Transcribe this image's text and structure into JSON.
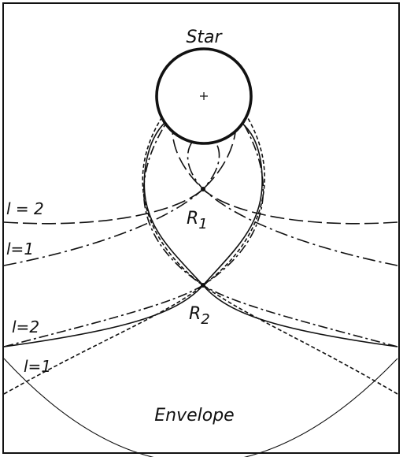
{
  "labels": {
    "star": "Star",
    "r1_letter": "R",
    "r1_sub": "1",
    "r2_letter": "R",
    "r2_sub": "2",
    "envelope": "Envelope",
    "upper_l2": "l = 2",
    "upper_l1": "l=1",
    "lower_l2": "l=2",
    "lower_l1": "l=1"
  },
  "colors": {
    "ink": "#111111",
    "background": "#ffffff"
  }
}
